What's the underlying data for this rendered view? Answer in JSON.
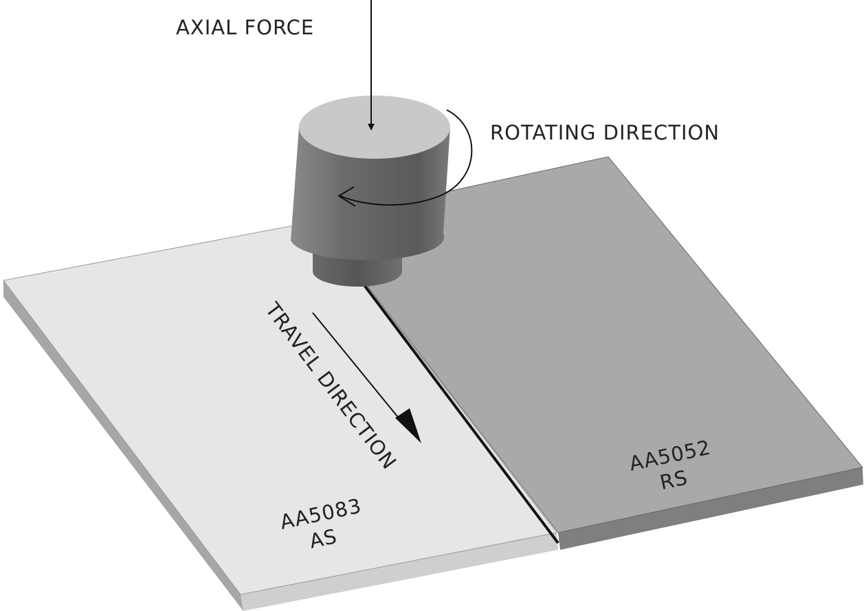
{
  "labels": {
    "axial_force": "AXIAL FORCE",
    "rotating_direction": "ROTATING DIRECTION",
    "travel_direction": "TRAVEL DIRECTION",
    "left_plate_material": "AA5083",
    "left_plate_side": "AS",
    "right_plate_material": "AA5052",
    "right_plate_side": "RS"
  },
  "colors": {
    "left_plate": "#e6e6e6",
    "right_plate": "#a9a9a9",
    "tool_top": "#c9c9c9",
    "tool_body": "#6e6e6e"
  }
}
